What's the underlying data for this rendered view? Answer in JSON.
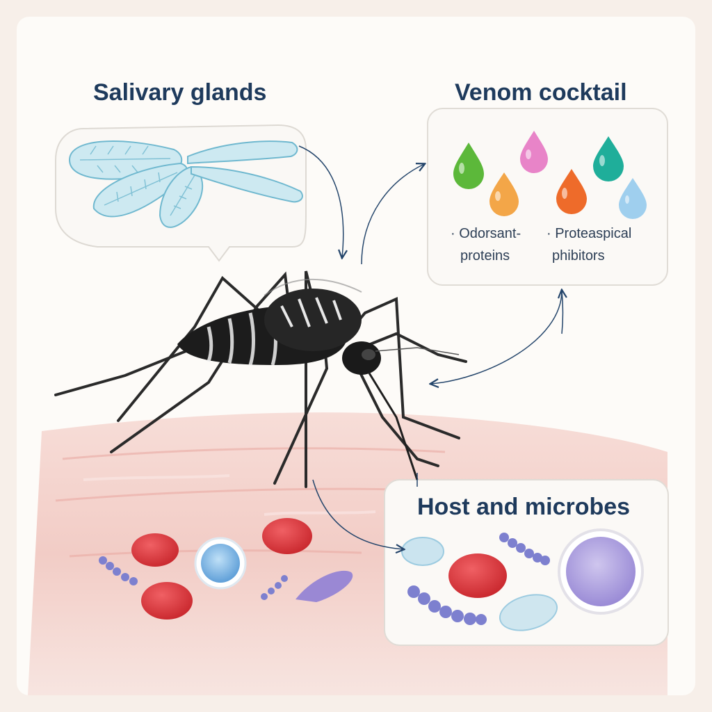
{
  "headings": {
    "salivary": "Salivary glands",
    "venom": "Venom cocktail",
    "host": "Host and microbes"
  },
  "venom_labels": {
    "left_line1": "· Odorsant-",
    "left_line2": "proteins",
    "right_line1": "· Proteaspical",
    "right_line2": "phibitors"
  },
  "colors": {
    "heading": "#1e3a5c",
    "drops": [
      "#5cb83a",
      "#e884c8",
      "#1fae9a",
      "#f3a648",
      "#ee6b2a",
      "#9fcfee"
    ],
    "red_cell": "#d9343a",
    "white_cell": "#8fc2ea",
    "bacteria": "#7d80cf",
    "skin": "#f2c6c0"
  }
}
